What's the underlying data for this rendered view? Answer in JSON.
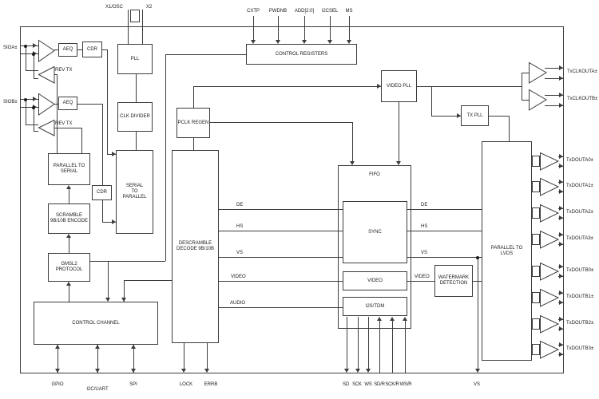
{
  "blocks": {
    "pll": "PLL",
    "clk_divider": "CLK DIVIDER",
    "control_registers": "CONTROL REGISTERS",
    "video_pll": "VIDEO PLL",
    "tx_pll": "TX PLL",
    "pclk_regen": "PCLK REGEN",
    "descramble": "DESCRAMBLE DECODE 9B/10B",
    "serial_to_parallel": "SERIAL TO PARALLEL",
    "parallel_to_serial": "PARALLEL TO SERIAL",
    "scramble": "SCRAMBLE 9B/10B ENCODE",
    "gmsl2": "GMSL2 PROTOCOL",
    "control_channel": "CONTROL CHANNEL",
    "aeq_a": "AEQ",
    "aeq_b": "AEQ",
    "cdr_a": "CDR",
    "cdr_b": "CDR",
    "rev_tx_a": "REV TX",
    "rev_tx_b": "REV TX",
    "fifo": "FIFO",
    "sync": "SYNC",
    "video": "VIDEO",
    "i2s_tdm": "I2S/TDM",
    "watermark": "WATERMARK DETECTION",
    "parallel_to_lvds": "PARALLEL TO LVDS"
  },
  "pins": {
    "top_left": [
      "X1/OSC",
      "X2"
    ],
    "top": [
      "CXTP",
      "PWDNB",
      "ADD[2:0]",
      "I2CSEL",
      "MS"
    ],
    "left": [
      "SIOA±",
      "SIOB±"
    ],
    "right_clk": [
      "TxCLKOUTA±",
      "TxCLKOUTB±"
    ],
    "right_data": [
      "TxDOUTA0±",
      "TxDOUTA1±",
      "TxDOUTA2±",
      "TxDOUTA3±",
      "TxDOUTB0±",
      "TxDOUTB1±",
      "TxDOUTB2±",
      "TxDOUTB3±"
    ],
    "bottom": [
      "GPIO",
      "I2C/UART",
      "SPI",
      "LOCK",
      "ERRB",
      "SD",
      "SCK",
      "WS",
      "SD/R",
      "SCK/R",
      "WS/R",
      "VS"
    ]
  },
  "signals": {
    "left": [
      "DE",
      "HS",
      "VS",
      "VIDEO",
      "AUDIO"
    ],
    "right": [
      "DE",
      "HS",
      "VS",
      "VIDEO"
    ]
  },
  "colors": {
    "line": "#3c3c3c",
    "text": "#1a1a1a",
    "background": "#ffffff"
  }
}
